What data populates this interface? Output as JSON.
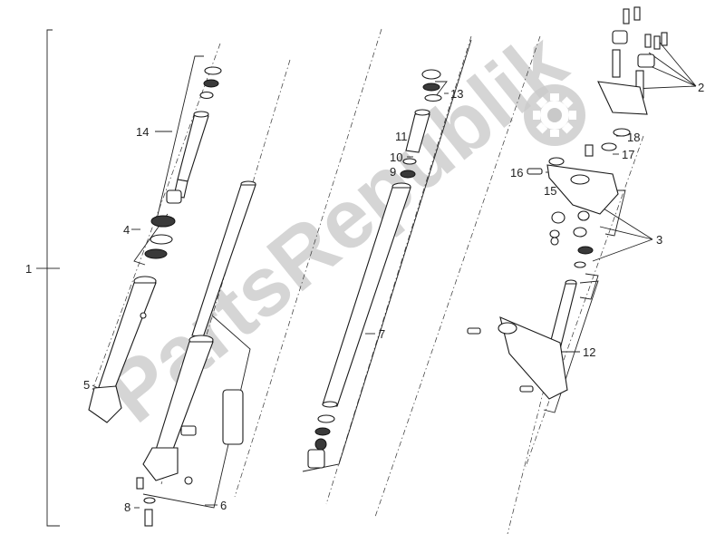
{
  "labels": {
    "l1": "1",
    "l2": "2",
    "l3": "3",
    "l4": "4",
    "l5": "5",
    "l6": "6",
    "l7": "7",
    "l8": "8",
    "l9": "9",
    "l10": "10",
    "l11": "11",
    "l12": "12",
    "l13": "13",
    "l14": "14",
    "l15": "15",
    "l16": "16",
    "l17": "17",
    "l18": "18"
  },
  "watermark": {
    "text": "PartsRepublik"
  }
}
